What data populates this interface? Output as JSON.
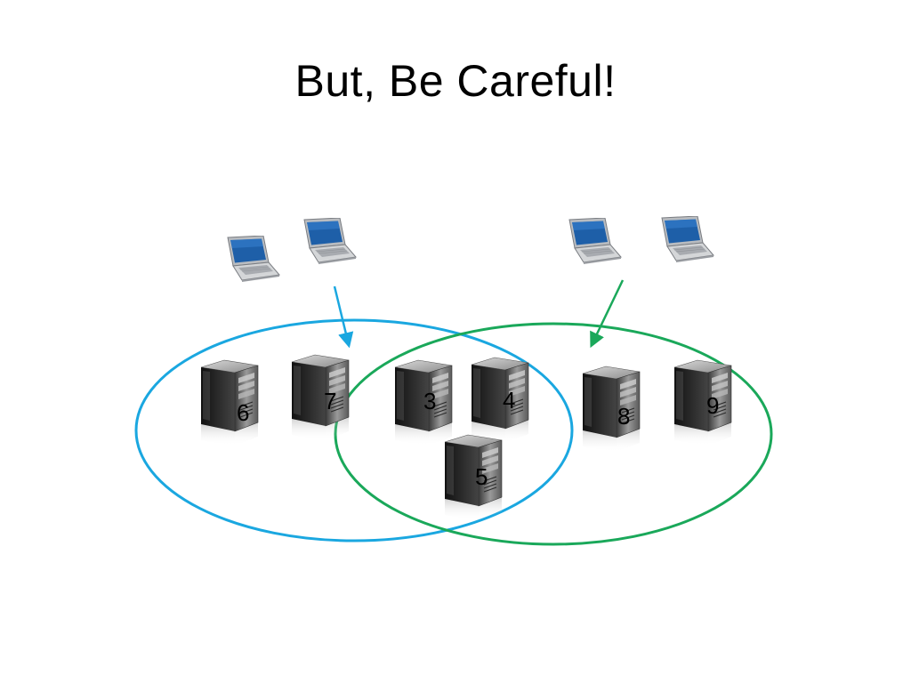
{
  "slide": {
    "title": "But, Be Careful!"
  },
  "colors": {
    "blue_group": "#1aa7e0",
    "green_group": "#1aa85a"
  },
  "icons": {
    "client": "laptop-icon",
    "server": "server-tower-icon"
  },
  "servers": [
    {
      "id": "6",
      "label": "6"
    },
    {
      "id": "7",
      "label": "7"
    },
    {
      "id": "3",
      "label": "3"
    },
    {
      "id": "4",
      "label": "4"
    },
    {
      "id": "5",
      "label": "5"
    },
    {
      "id": "8",
      "label": "8"
    },
    {
      "id": "9",
      "label": "9"
    }
  ]
}
